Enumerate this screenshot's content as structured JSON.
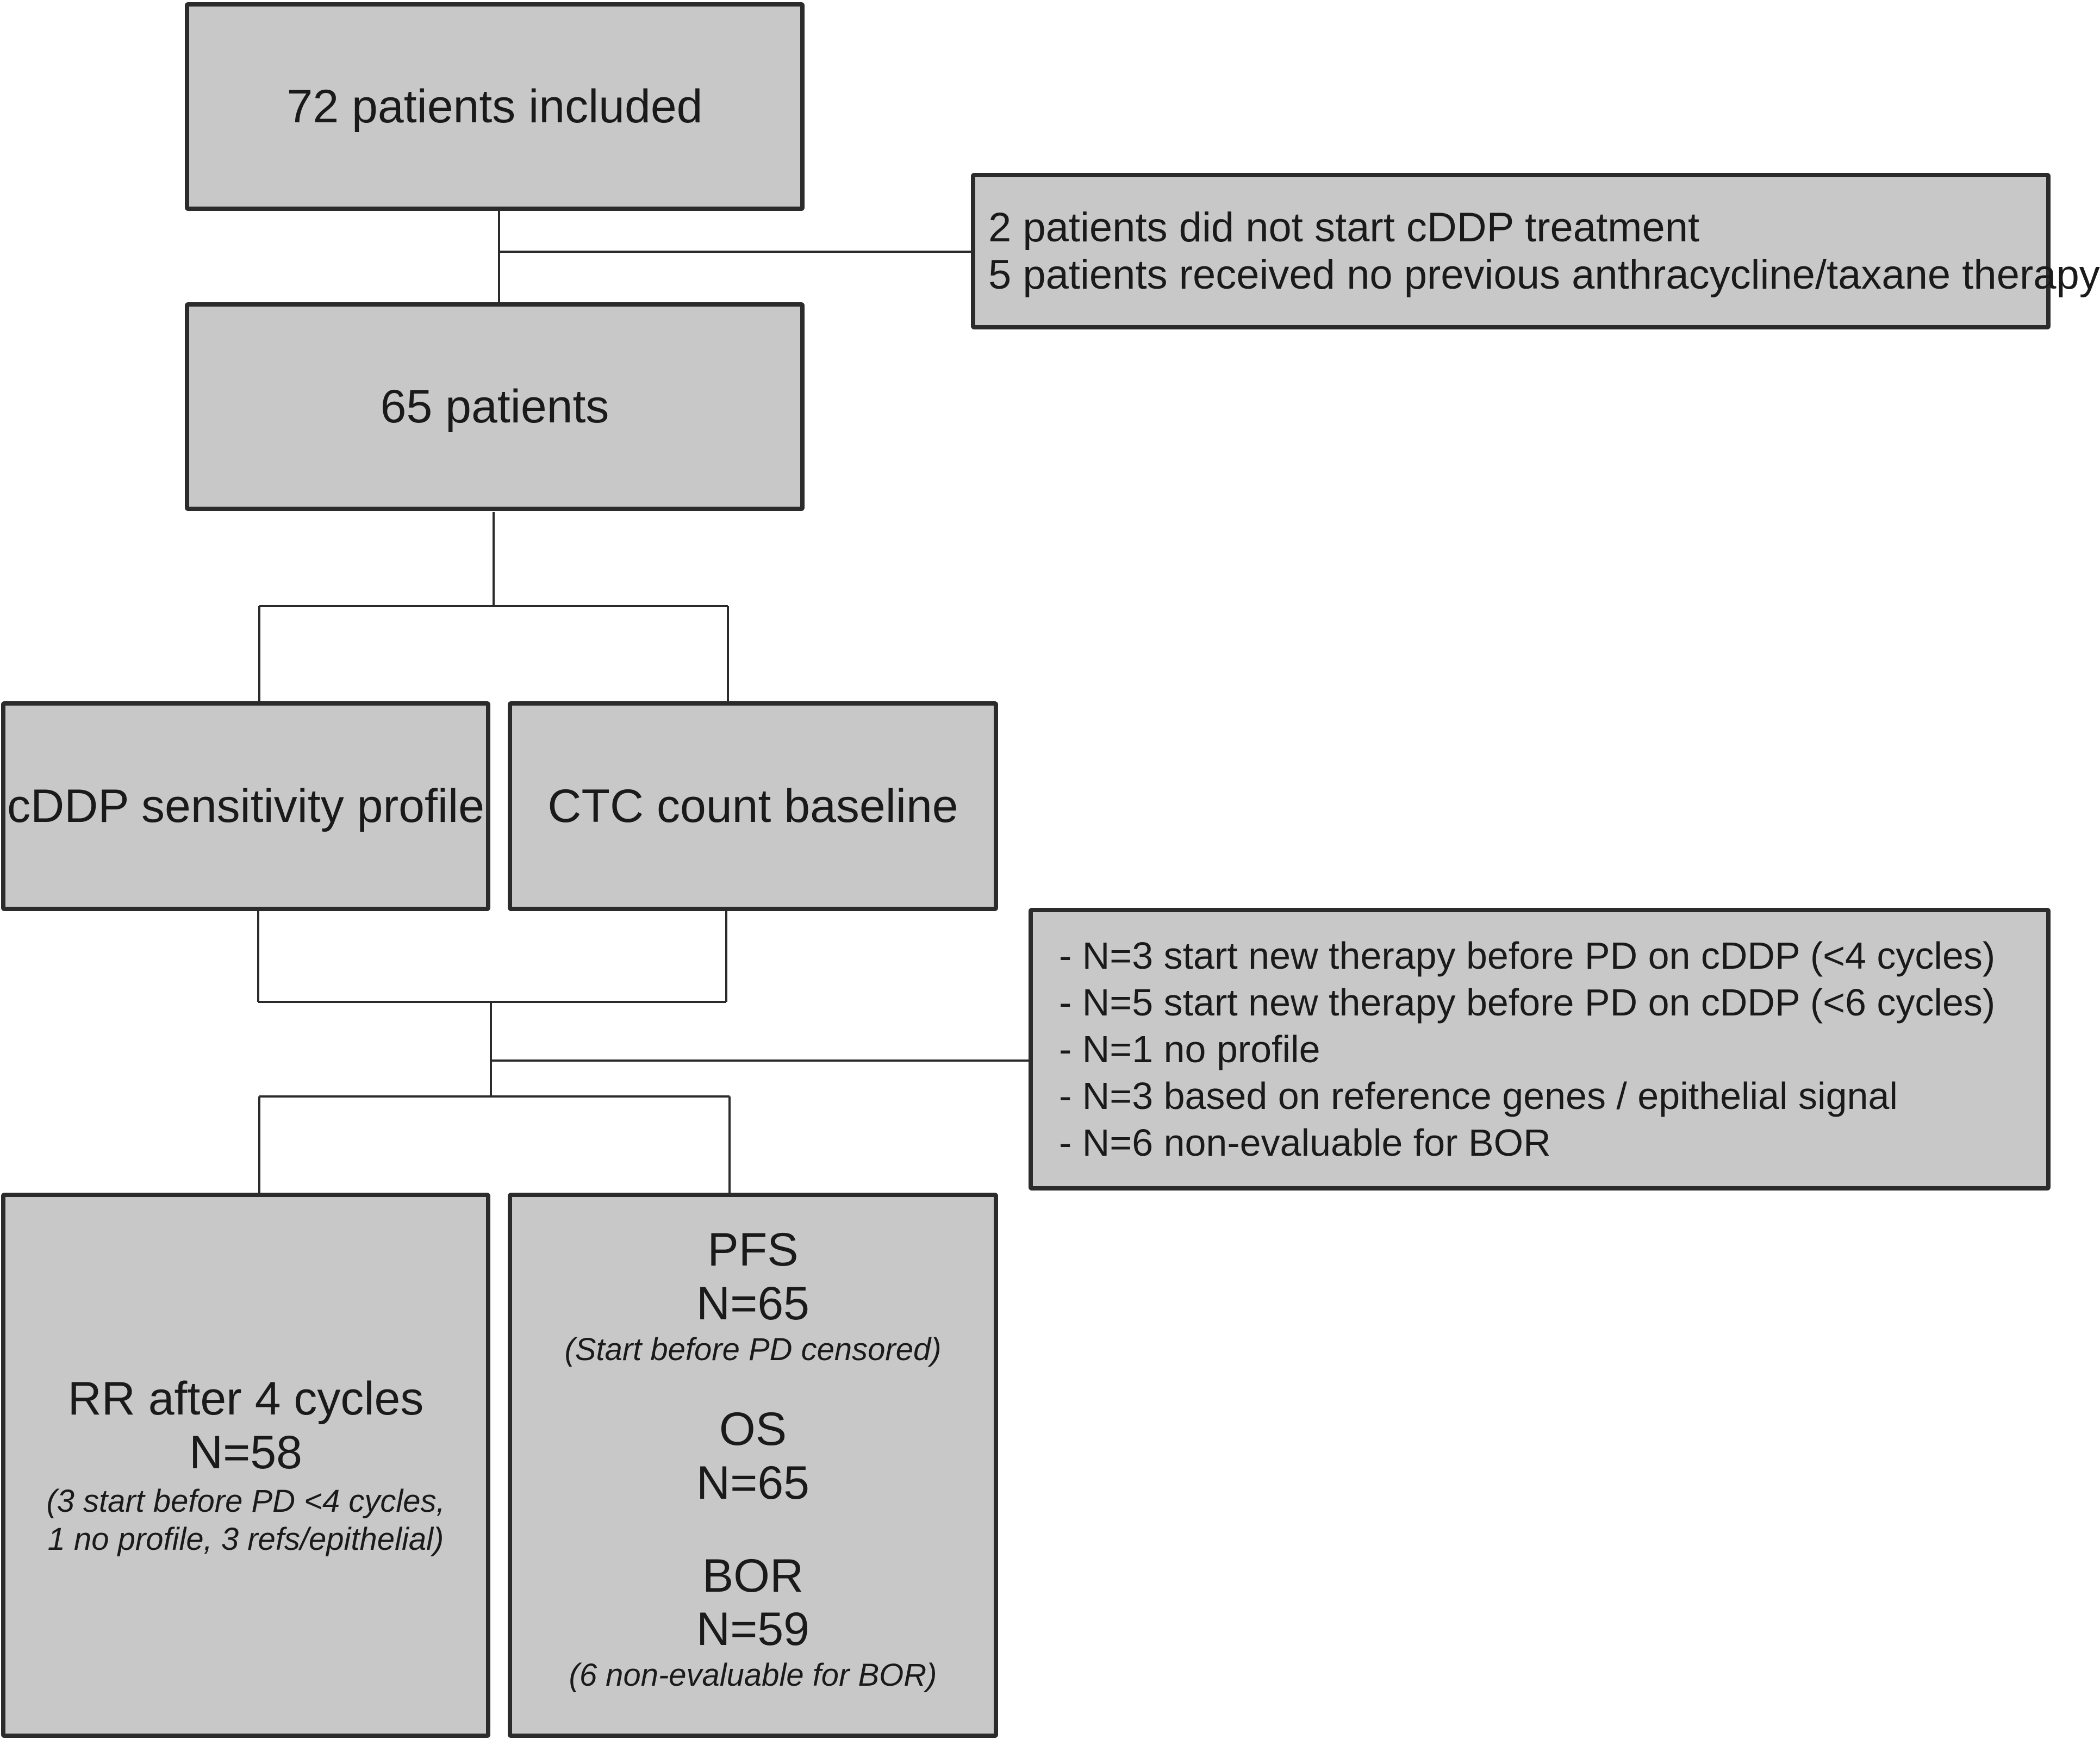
{
  "nodes": {
    "included": {
      "label": "72 patients included"
    },
    "exclusion1": {
      "lines": [
        "2 patients did not start cDDP treatment",
        "5 patients received no previous anthracycline/taxane therapy"
      ]
    },
    "patients65": {
      "label": "65 patients"
    },
    "sensitivity": {
      "label": "cDDP sensitivity profile"
    },
    "ctc": {
      "label": "CTC count baseline"
    },
    "exclusion2": {
      "lines": [
        "- N=3 start new therapy before PD on cDDP (<4 cycles)",
        "- N=5 start new therapy before PD on cDDP (<6 cycles)",
        "- N=1 no profile",
        "- N=3 based on reference genes / epithelial signal",
        "- N=6 non-evaluable for BOR"
      ]
    },
    "rr": {
      "title": "RR after 4 cycles",
      "n": "N=58",
      "note_line1": "(3 start before PD <4 cycles,",
      "note_line2": "1 no profile, 3 refs/epithelial)"
    },
    "outcomes": {
      "pfs_title": "PFS",
      "pfs_n": "N=65",
      "pfs_note": "(Start before PD censored)",
      "os_title": "OS",
      "os_n": "N=65",
      "bor_title": "BOR",
      "bor_n": "N=59",
      "bor_note": "(6 non-evaluable for BOR)"
    }
  },
  "colors": {
    "box_fill": "#c8c8c8",
    "box_border": "#2b2b2b",
    "connector": "#2b2b2b",
    "background": "#ffffff"
  }
}
